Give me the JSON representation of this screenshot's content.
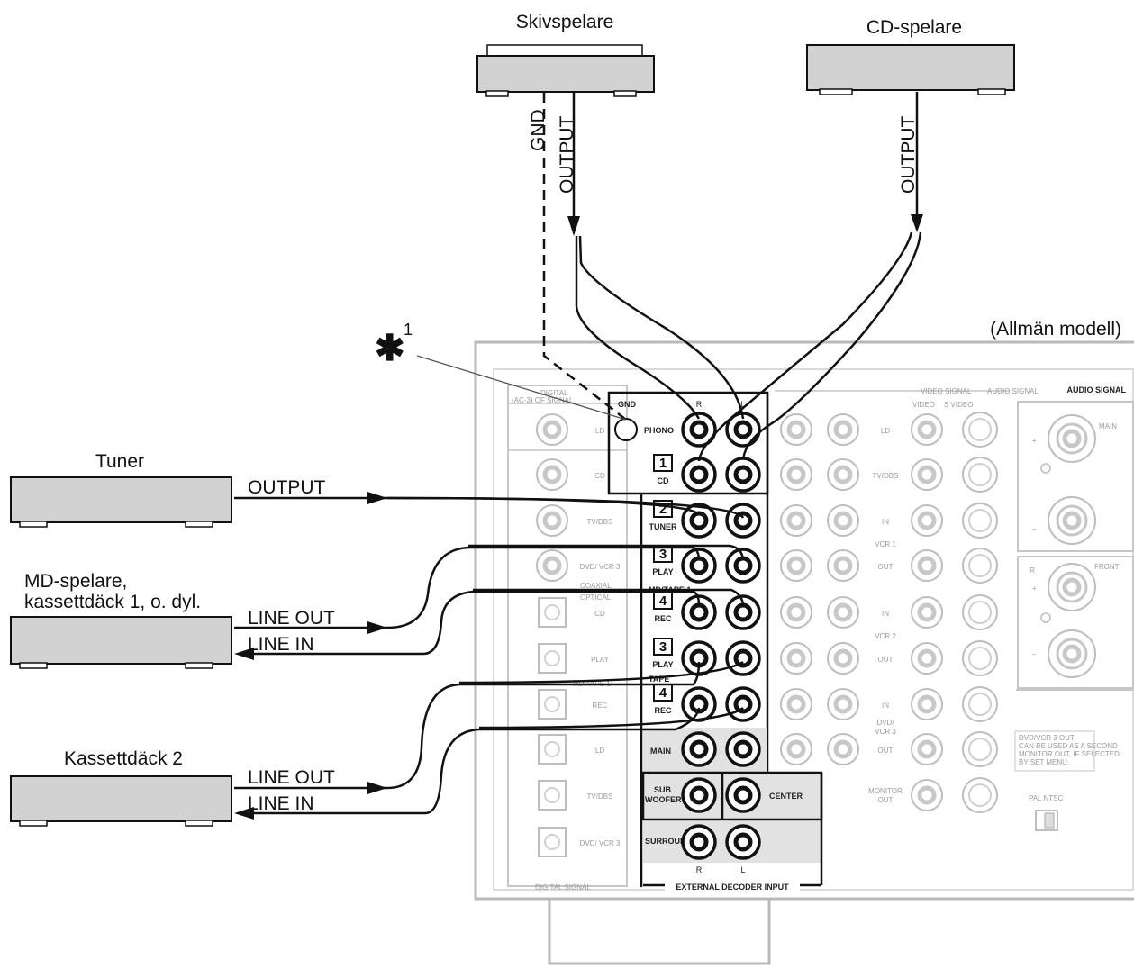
{
  "devices": {
    "turntable": "Skivspelare",
    "cd_player": "CD-spelare",
    "tuner": "Tuner",
    "md_player": [
      "MD-spelare,",
      "kassettdäck 1, o. dyl."
    ],
    "tape_deck_2": "Kassettdäck 2"
  },
  "cables": {
    "gnd": "GND",
    "output": "OUTPUT",
    "line_out": "LINE OUT",
    "line_in": "LINE IN"
  },
  "note": {
    "asterisk": "✱",
    "number": "1"
  },
  "model_label": "(Allmän modell)",
  "panel": {
    "digital_header": [
      "DIGITAL",
      "(AC-3) OF SIGNAL"
    ],
    "digital_footer": "DIGITAL SIGNAL",
    "digital_rows": [
      "LD",
      "CD",
      "TV/DBS",
      "DVD/ VCR 3",
      "CD",
      "PLAY",
      "REC",
      "LD",
      "TV/DBS",
      "DVD/ VCR 3"
    ],
    "coaxial_label": "COAXIAL",
    "optical_label": "OPTICAL",
    "md_tape1_ghost": "MD/TAPE 1",
    "gnd_label": "GND",
    "phono_label": "PHONO",
    "input_numbers": [
      "1",
      "2",
      "3",
      "4",
      "3",
      "4"
    ],
    "input_labels": [
      "CD",
      "TUNER",
      "PLAY",
      "REC",
      "PLAY",
      "REC"
    ],
    "md_tape1_label": "MD/TAPE 1",
    "tape_label": "TAPE",
    "r_mark": "R",
    "l_mark": "L",
    "main_label": "MAIN",
    "subwoofer_label": [
      "SUB",
      "WOOFER"
    ],
    "center_label": "CENTER",
    "surround_label": "SURROUND",
    "ext_decoder_label": "EXTERNAL DECODER INPUT",
    "video_signal_label": "VIDEO SIGNAL",
    "audio_signal_label": "AUDIO SIGNAL",
    "audio_signal_bold": "AUDIO SIGNAL",
    "video_col": "VIDEO",
    "svideo_col": "S VIDEO",
    "video_rows": [
      "LD",
      "TV/DBS",
      "IN",
      "OUT",
      "IN",
      "OUT",
      "IN",
      "OUT"
    ],
    "vcr1": "VCR 1",
    "vcr2": "VCR 2",
    "dvd_vcr3": [
      "DVD/",
      "VCR 3"
    ],
    "monitor_out": [
      "MONITOR",
      "OUT"
    ],
    "dvd_note": [
      "DVD/VCR 3 OUT",
      "CAN BE USED AS A SECOND",
      "MONITOR OUT, IF SELECTED",
      "BY SET MENU."
    ],
    "pal_ntsc": "PAL NTSC",
    "speaker_main": "MAIN",
    "speaker_front": "FRONT",
    "plus": "+",
    "minus": "–"
  }
}
